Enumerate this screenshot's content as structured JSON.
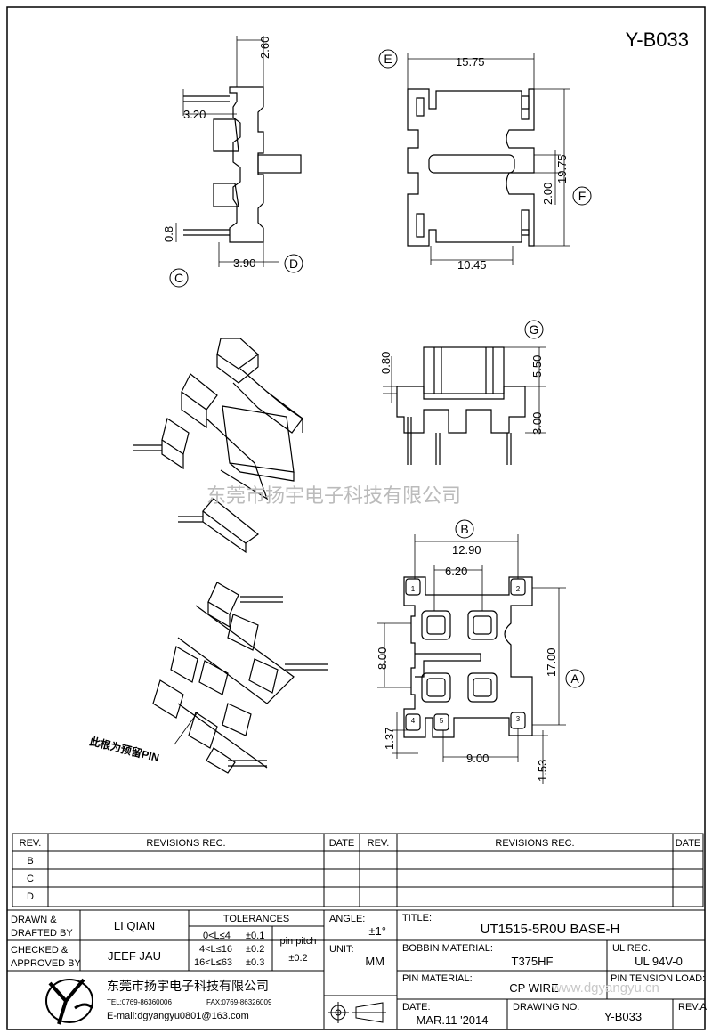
{
  "drawing_code": "Y-B033",
  "views": {
    "side": {
      "dim_top": "2.60",
      "dim_pin_offset": "3.20",
      "dim_pin_thick": "0.8",
      "dim_base": "3.90",
      "label_left": "C",
      "label_right": "D"
    },
    "top": {
      "label_top": "E",
      "label_side": "F",
      "dim_width": "15.75",
      "dim_inner": "10.45",
      "dim_slot": "2.00",
      "dim_height": "19.75"
    },
    "front": {
      "label": "G",
      "dim_flange": "0.80",
      "dim_height": "5.50",
      "dim_pin": "3.00"
    },
    "bottom": {
      "label_top": "B",
      "label_side": "A",
      "dim_outer": "12.90",
      "dim_inner": "6.20",
      "dim_height": "17.00",
      "dim_left": "8.00",
      "dim_pin_row": "9.00",
      "dim_left_edge": "1.37",
      "dim_bottom_edge": "1.53",
      "pin_numbers": [
        "1",
        "2",
        "3",
        "4",
        "5"
      ]
    },
    "iso": {
      "note": "此根为预留PIN"
    }
  },
  "watermark": "东莞市扬宇电子科技有限公司",
  "revisions": {
    "headers": {
      "rev": "REV.",
      "revisions": "REVISIONS   REC.",
      "date": "DATE"
    },
    "rows": [
      "B",
      "C",
      "D"
    ]
  },
  "title_block": {
    "drawn_label_1": "DRAWN &",
    "drawn_label_2": "DRAFTED BY",
    "drawn_by": "LI QIAN",
    "checked_label_1": "CHECKED &",
    "checked_label_2": "APPROVED BY",
    "checked_by": "JEEF JAU",
    "tolerances_label": "TOLERANCES",
    "tol_rows": [
      {
        "range": "0<L≤4",
        "value": "±0.1"
      },
      {
        "range": "4<L≤16",
        "value": "±0.2"
      },
      {
        "range": "16<L≤63",
        "value": "±0.3"
      }
    ],
    "pin_pitch_label": "pin pitch",
    "pin_pitch_value": "±0.2",
    "angle_label": "ANGLE:",
    "angle_value": "±1°",
    "unit_label": "UNIT:",
    "unit_value": "MM",
    "title_label": "TITLE:",
    "title_value": "UT1515-5R0U BASE-H",
    "bobbin_material_label": "BOBBIN MATERIAL:",
    "bobbin_material_value": "T375HF",
    "ul_rec_label": "UL REC.",
    "ul_rec_value": "UL 94V-0",
    "pin_material_label": "PIN MATERIAL:",
    "pin_material_value": "CP WIRE",
    "pin_tension_label": "PIN TENSION LOAD:",
    "date_label": "DATE:",
    "date_value": "MAR.11 '2014",
    "drawing_no_label": "DRAWING NO.",
    "drawing_no_value": "Y-B033",
    "rev_label": "REV.A",
    "company_name": "东莞市扬宇电子科技有限公司",
    "company_tel": "TEL:0769-86360006",
    "company_fax": "FAX:0769-86326009",
    "company_email": "E-mail:dgyangyu0801@163.com",
    "watermark_url": "www.dgyangyu.cn"
  }
}
